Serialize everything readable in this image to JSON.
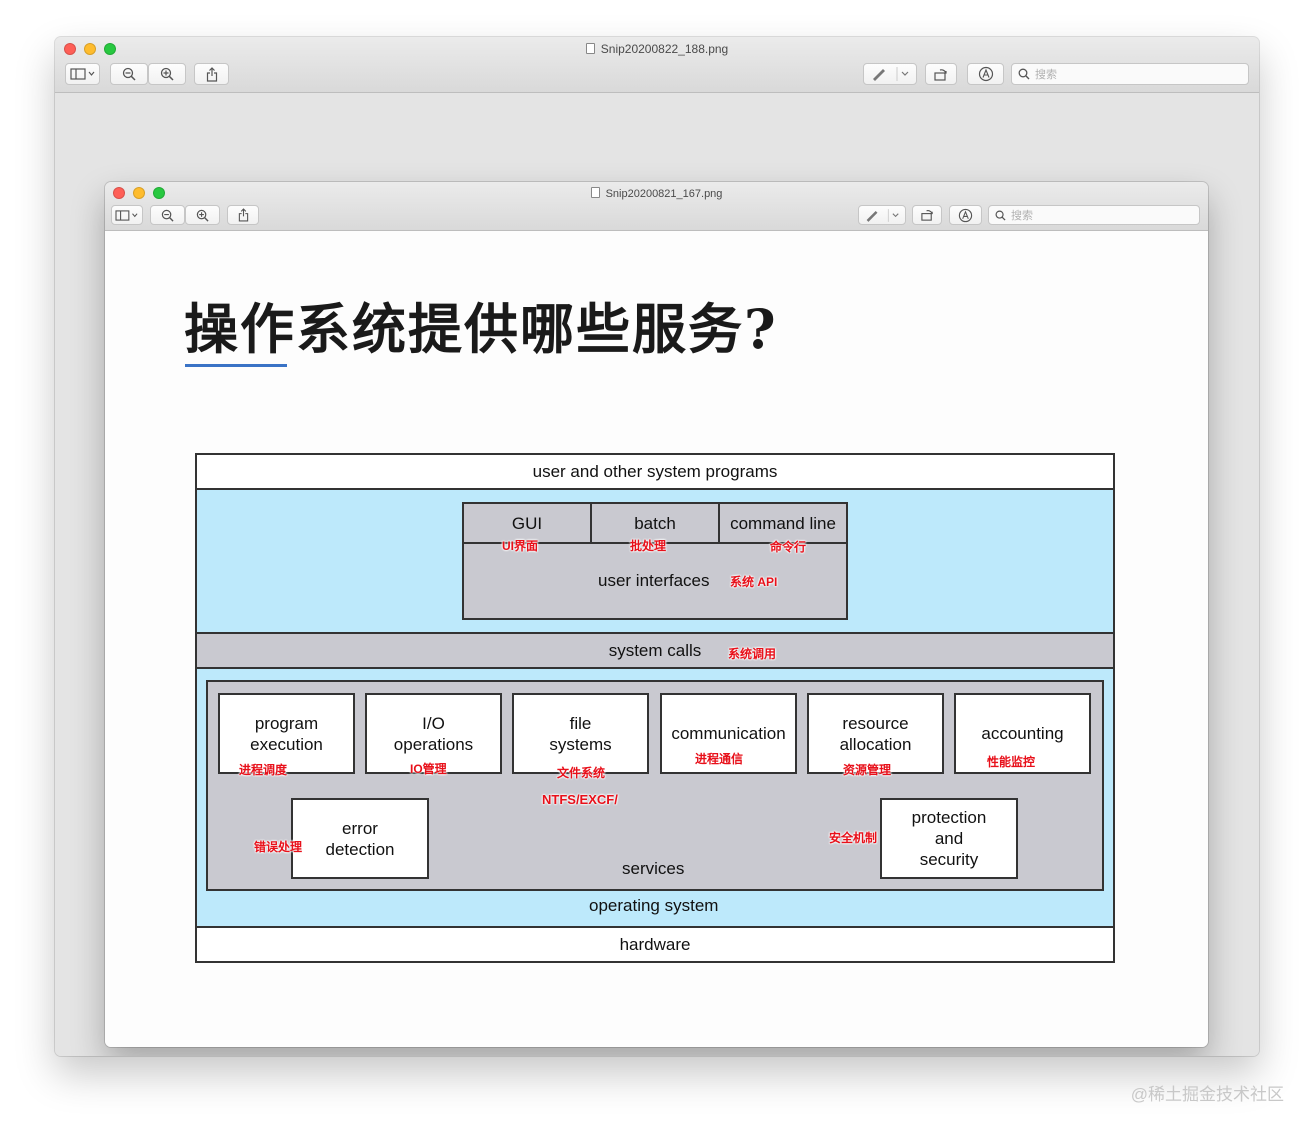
{
  "outer_window": {
    "title": "Snip20200822_188.png",
    "search_placeholder": "搜索"
  },
  "inner_window": {
    "title": "Snip20200821_167.png",
    "search_placeholder": "搜索"
  },
  "slide": {
    "title": "操作系统提供哪些服务?",
    "diagram": {
      "user_programs": "user and other system programs",
      "ui_gui": "GUI",
      "ui_batch": "batch",
      "ui_command_line": "command line",
      "user_interfaces": "user interfaces",
      "system_calls": "system calls",
      "services": [
        {
          "line1": "program",
          "line2": "execution"
        },
        {
          "line1": "I/O",
          "line2": "operations"
        },
        {
          "line1": "file",
          "line2": "systems"
        },
        {
          "line1": "communication",
          "line2": ""
        },
        {
          "line1": "resource",
          "line2": "allocation"
        },
        {
          "line1": "accounting",
          "line2": ""
        }
      ],
      "error_detection": {
        "line1": "error",
        "line2": "detection"
      },
      "protection": {
        "line1": "protection",
        "line2": "and",
        "line3": "security"
      },
      "services_label": "services",
      "operating_system": "operating system",
      "hardware": "hardware"
    },
    "notes": {
      "ui": "UI界面",
      "batch": "批处理",
      "command_line": "命令行",
      "system_api": "系统 API",
      "system_calls": "系统调用",
      "program_execution": "进程调度",
      "io": "IO管理",
      "file_systems": "文件系统",
      "ntfs": "NTFS/EXCF/",
      "communication": "进程通信",
      "resource": "资源管理",
      "accounting": "性能监控",
      "error": "错误处理",
      "security": "安全机制"
    }
  },
  "watermark": "@稀土掘金技术社区"
}
